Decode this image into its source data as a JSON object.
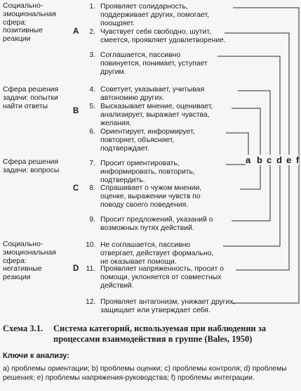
{
  "categories": [
    {
      "label": "Социально-\nэмоциональная\nсфера:\nпозитивные\nреакции",
      "group": "A"
    },
    {
      "label": "Сфера решения\nзадачи: попытки\nнайти ответы",
      "group": "B"
    },
    {
      "label": "Сфера решения\nзадачи: вопросы",
      "group": "C"
    },
    {
      "label": "Социально-\nэмоциональная\nсфера:\nнегативные\nреакции",
      "group": "D"
    }
  ],
  "items": [
    {
      "num": "1.",
      "text": "Проявляет солидарность, поддерживает других, помогает, поощряет."
    },
    {
      "num": "2.",
      "text": "Чувствует себя свободно, шутит, смеется, проявляет удовлетворение."
    },
    {
      "num": "3.",
      "text": "Соглашается, пассивно повинуется, понимает, уступает другим."
    },
    {
      "num": "4.",
      "text": "Советует, указывает, учитывая автономию других."
    },
    {
      "num": "5.",
      "text": "Высказывает мнение, оценивает, анализирует, выражает чувства, желания."
    },
    {
      "num": "6.",
      "text": "Ориентирует, информирует, повторяет, объясняет, подтверждает."
    },
    {
      "num": "7.",
      "text": "Просит ориентировать, информировать, повторить, подтвердить."
    },
    {
      "num": "8.",
      "text": "Спрашивает о чужом мнении, оценке, выражении чувств по поводу своего поведения."
    },
    {
      "num": "9.",
      "text": "Просит предложений, указаний о возможных путях действий."
    },
    {
      "num": "10.",
      "text": "Не соглашается, пассивно отвергает, действует формально, не оказывает помощи."
    },
    {
      "num": "11.",
      "text": "Проявляет напряженность, просит о помощи, уклоняется от совместных действий."
    },
    {
      "num": "12.",
      "text": "Проявляет антагонизм, унижает других, защищает или утверждает себя."
    }
  ],
  "key_letters": [
    "a",
    "b",
    "c",
    "d",
    "e",
    "f"
  ],
  "caption": {
    "number": "Схема 3.1.",
    "title": "Система категорий, используемая при наблюдении за процессами взаимодействия в группе (Bales, 1950)"
  },
  "keys": {
    "heading": "Ключи к анализу:",
    "text": "a) проблемы ориентации; b) проблемы оценки; c) проблемы контроля; d) проблемы решения; e) проблемы напряжения-руководства; f) проблемы интеграции."
  }
}
